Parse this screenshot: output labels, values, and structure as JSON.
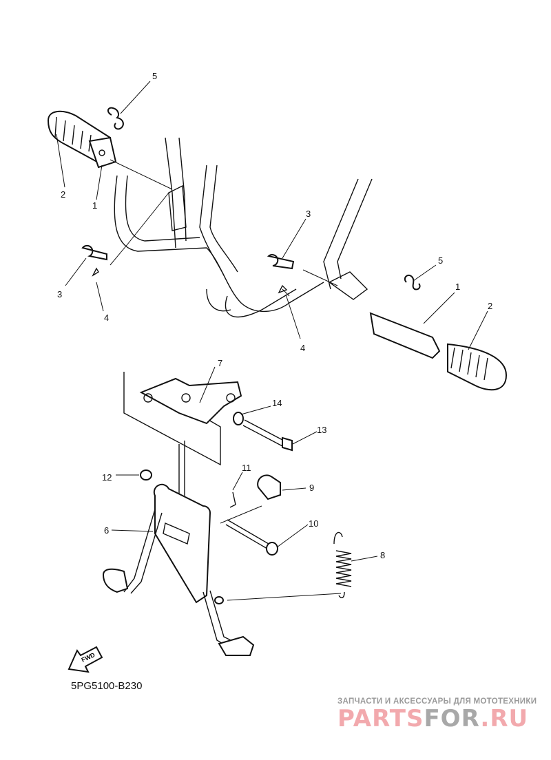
{
  "diagram": {
    "code": "5PG5100-B230",
    "fwd_label": "FWD",
    "callouts": [
      "5",
      "2",
      "1",
      "3",
      "4",
      "3",
      "5",
      "1",
      "2",
      "4",
      "7",
      "14",
      "13",
      "12",
      "11",
      "9",
      "6",
      "10",
      "8"
    ]
  },
  "watermark": {
    "tagline": "ЗАПЧАСТИ И АКСЕССУАРЫ ДЛЯ МОТОТЕХНИКИ",
    "logo_part1": "PARTS",
    "logo_part2": "FOR",
    "logo_part3": ".RU",
    "colors": {
      "pink": "#f2a9ad",
      "gray": "#a8a8a8"
    }
  }
}
